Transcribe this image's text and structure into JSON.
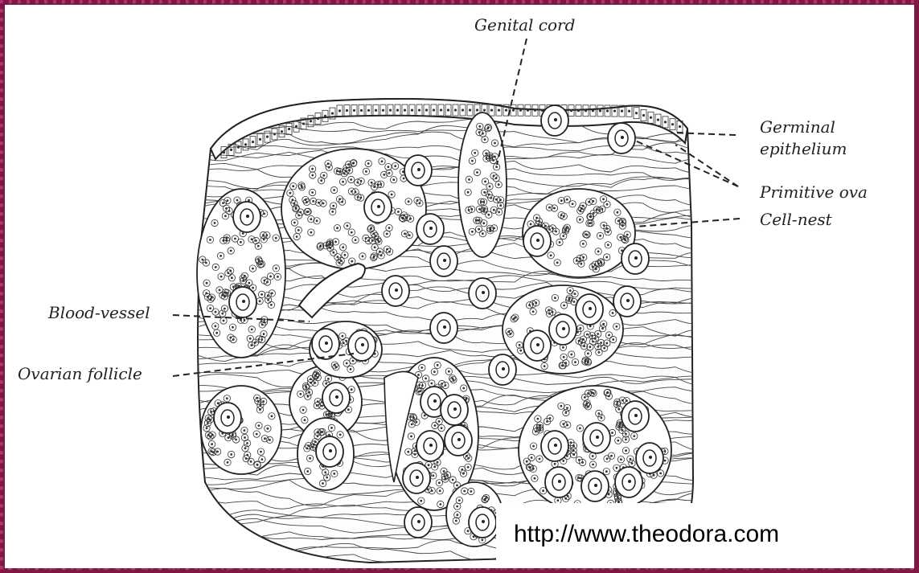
{
  "labels": {
    "genital_cord": "Genital cord",
    "germinal_epithelium_1": "Germinal",
    "germinal_epithelium_2": "epithelium",
    "primitive_ova": "Primitive ova",
    "cell_nest": "Cell-nest",
    "blood_vessel": "Blood-vessel",
    "ovarian_follicle": "Ovarian follicle"
  },
  "watermark": "http://www.theodora.com",
  "colors": {
    "border": "#7d1744",
    "ink": "#222222",
    "paper": "#ffffff"
  }
}
